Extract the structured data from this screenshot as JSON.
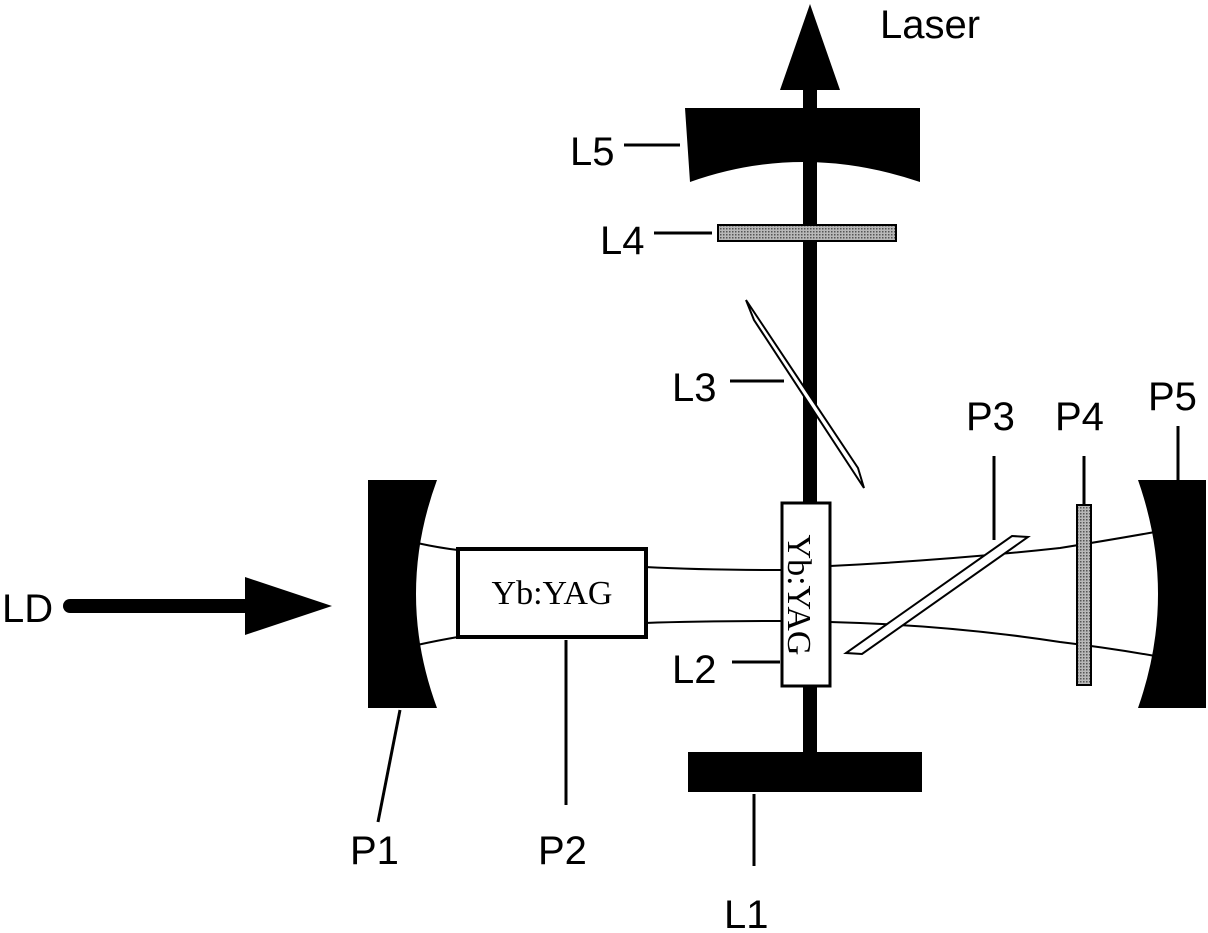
{
  "labels": {
    "laser": "Laser",
    "ld": "LD",
    "l1": "L1",
    "l2": "L2",
    "l3": "L3",
    "l4": "L4",
    "l5": "L5",
    "p1": "P1",
    "p2": "P2",
    "p3": "P3",
    "p4": "P4",
    "p5": "P5"
  },
  "crystal_text": "Yb:YAG",
  "colors": {
    "ink": "#000000",
    "background": "#ffffff",
    "filter_fill": "#9a9a9a"
  }
}
